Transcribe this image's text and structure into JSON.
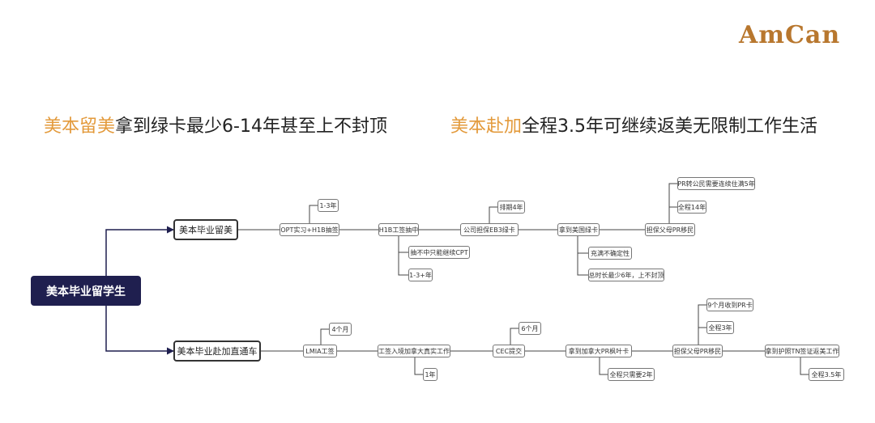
{
  "logo": "AmCan",
  "headline_left": {
    "highlight": "美本留美",
    "rest": "拿到绿卡最少6-14年甚至上不封顶"
  },
  "headline_right": {
    "highlight": "美本赴加",
    "rest": "全程3.5年可继续返美无限制工作生活"
  },
  "root": "美本毕业留学生",
  "branch_us": "美本毕业留美",
  "branch_ca": "美本毕业赴加直通车",
  "us_nodes": {
    "opt": "OPT实习+H1B抽签",
    "opt_time": "1-3年",
    "h1b": "H1B工签抽中",
    "h1b_fail": "抽不中只能继续CPT",
    "h1b_time": "1-3+年",
    "eb3": "公司担保EB3绿卡",
    "eb3_time": "排期4年",
    "gc": "拿到美国绿卡",
    "gc_uncertain": "充满不确定性",
    "gc_total": "总时长最少6年，上不封顶",
    "parents": "担保父母PR移民",
    "parents_pr": "PR转公民需要连续住满5年",
    "parents_total": "全程14年"
  },
  "ca_nodes": {
    "lmia": "LMIA工签",
    "lmia_time": "4个月",
    "work": "工签入境加拿大真实工作",
    "work_time": "1年",
    "cec": "CEC提交",
    "cec_time": "6个月",
    "pr": "拿到加拿大PR枫叶卡",
    "pr_total": "全程只需要2年",
    "parents": "担保父母PR移民",
    "parents_pr": "9个月收到PR卡",
    "parents_total": "全程3年",
    "tn": "拿到护照TN签证返美工作",
    "tn_total": "全程3.5年"
  }
}
